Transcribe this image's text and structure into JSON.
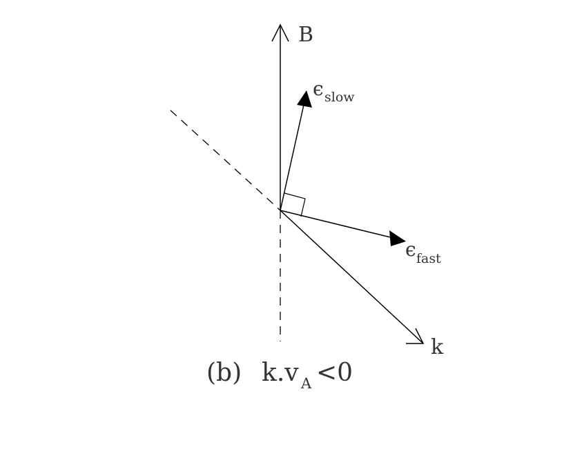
{
  "diagram": {
    "vectors": {
      "B": "B",
      "epsilon_symbol": "ϵ",
      "slow_sub": "slow",
      "fast_sub": "fast",
      "k": "k"
    },
    "caption": {
      "panel": "(b)",
      "k_part": "k.v",
      "sub": "A",
      "relation": "<0"
    }
  }
}
